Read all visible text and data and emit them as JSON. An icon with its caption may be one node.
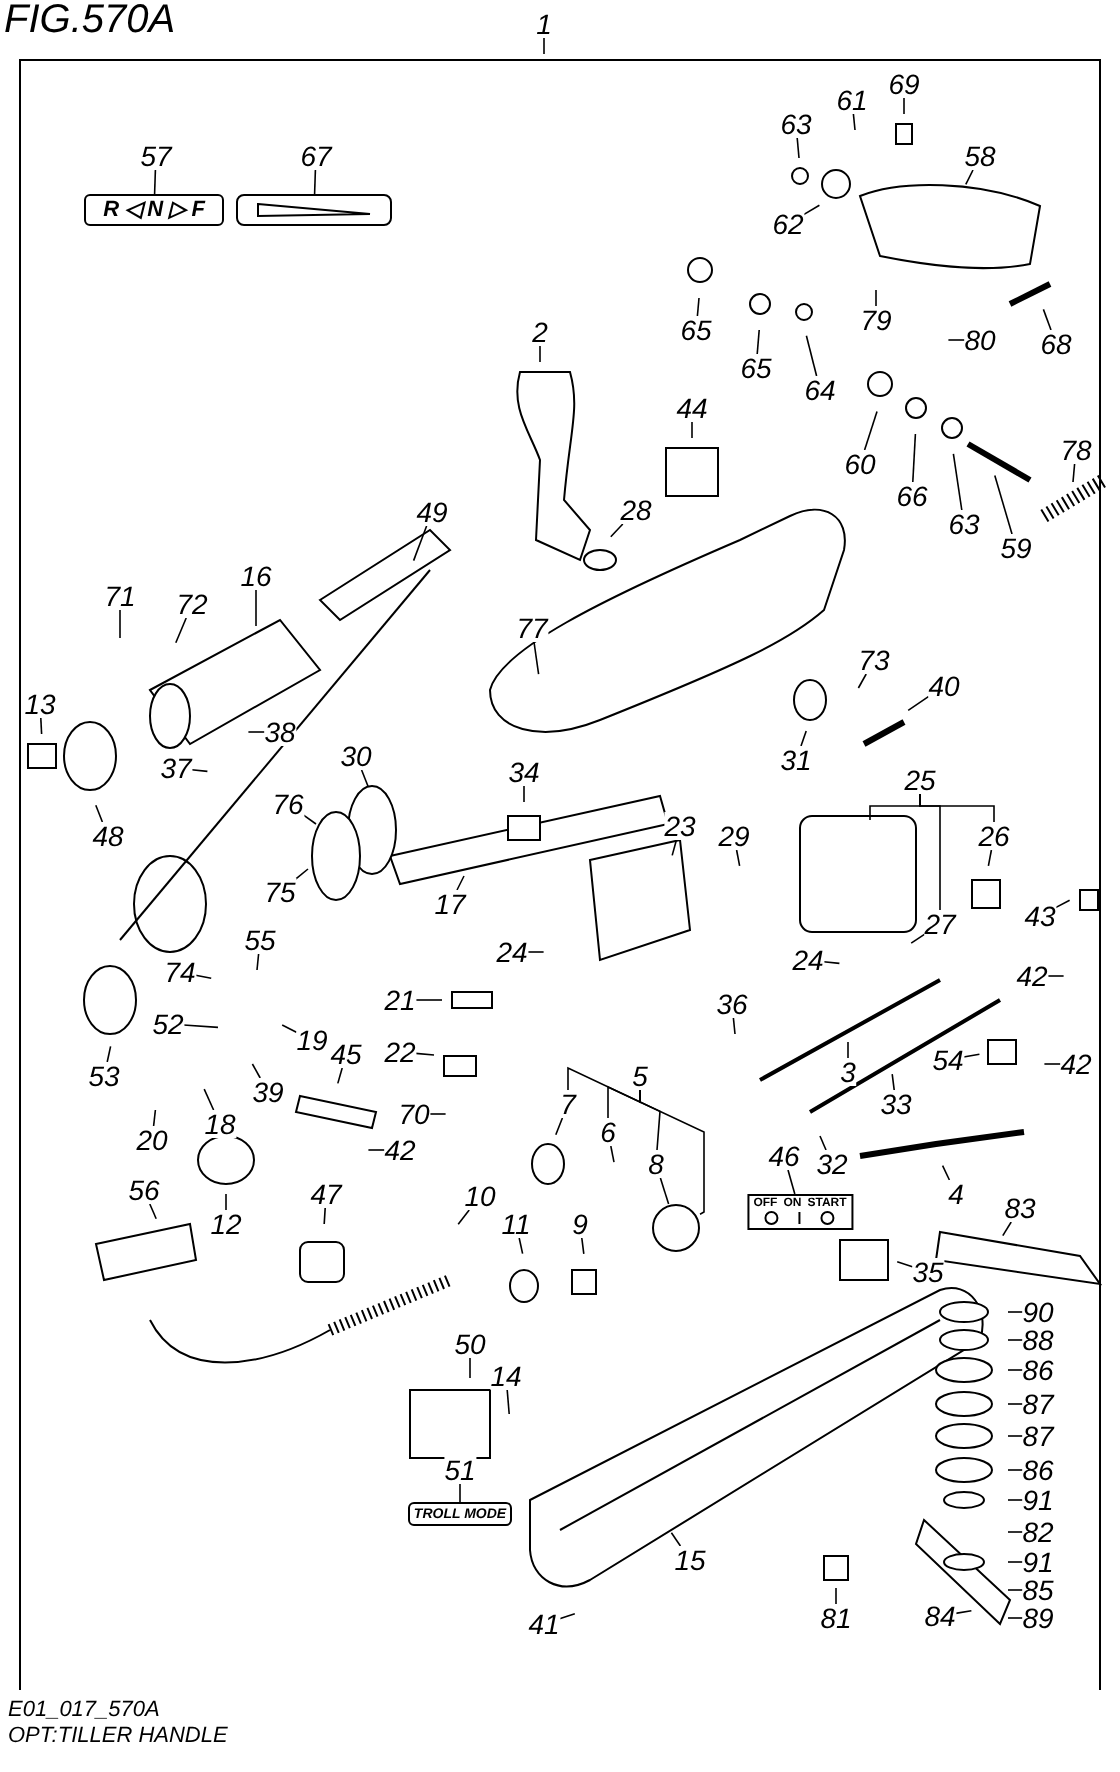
{
  "diagram": {
    "title": "FIG.570A",
    "caption": "OPT:TILLER HANDLE",
    "nodes": [
      {
        "text": [
          "1"
        ]
      },
      {
        "text": [
          "69"
        ]
      },
      {
        "text": [
          "61"
        ]
      },
      {
        "text": [
          "57"
        ]
      },
      {
        "text": [
          "67"
        ]
      },
      {
        "text": [
          "R ◁ N ▷ F"
        ]
      },
      {
        "text": [],
        "shape": "box"
      },
      {
        "text": [
          "63"
        ]
      },
      {
        "text": [
          "58"
        ]
      },
      {
        "text": [
          "62"
        ]
      },
      {
        "text": [
          "65"
        ]
      },
      {
        "text": [
          "79"
        ]
      },
      {
        "text": [
          "80"
        ]
      },
      {
        "text": [
          "68"
        ]
      },
      {
        "text": [
          "2"
        ]
      },
      {
        "text": [
          "65"
        ]
      },
      {
        "text": [
          "64"
        ]
      },
      {
        "text": [
          "44"
        ]
      },
      {
        "text": [
          "60"
        ]
      },
      {
        "text": [
          "66"
        ]
      },
      {
        "text": [
          "78"
        ]
      },
      {
        "text": [
          "63"
        ]
      },
      {
        "text": [
          "59"
        ]
      },
      {
        "text": [
          "28"
        ]
      },
      {
        "text": [
          "49"
        ]
      },
      {
        "text": [
          "16"
        ]
      },
      {
        "text": [
          "71"
        ]
      },
      {
        "text": [
          "72"
        ]
      },
      {
        "text": [
          "77"
        ]
      },
      {
        "text": [
          "73"
        ]
      },
      {
        "text": [
          "40"
        ]
      },
      {
        "text": [
          "13"
        ]
      },
      {
        "text": [
          "38"
        ]
      },
      {
        "text": [
          "31"
        ]
      },
      {
        "text": [
          "37"
        ]
      },
      {
        "text": [
          "30"
        ]
      },
      {
        "text": [
          "25"
        ]
      },
      {
        "text": [
          "34"
        ]
      },
      {
        "text": [
          "76"
        ]
      },
      {
        "text": [
          "48"
        ]
      },
      {
        "text": [
          "23"
        ]
      },
      {
        "text": [
          "29"
        ]
      },
      {
        "text": [
          "26"
        ]
      },
      {
        "text": [
          "17"
        ]
      },
      {
        "text": [
          "75"
        ]
      },
      {
        "text": [
          "27"
        ]
      },
      {
        "text": [
          "43"
        ]
      },
      {
        "text": [
          "42"
        ]
      },
      {
        "text": [
          "24"
        ]
      },
      {
        "text": [
          "55"
        ]
      },
      {
        "text": [
          "24"
        ]
      },
      {
        "text": [
          "74"
        ]
      },
      {
        "text": [
          "21"
        ]
      },
      {
        "text": [
          "36"
        ]
      },
      {
        "text": [
          "52"
        ]
      },
      {
        "text": [
          "19"
        ]
      },
      {
        "text": [
          "53"
        ]
      },
      {
        "text": [
          "22"
        ]
      },
      {
        "text": [
          "45"
        ]
      },
      {
        "text": [
          "3"
        ]
      },
      {
        "text": [
          "54"
        ]
      },
      {
        "text": [
          "42"
        ]
      },
      {
        "text": [
          "5"
        ]
      },
      {
        "text": [
          "39"
        ]
      },
      {
        "text": [
          "33"
        ]
      },
      {
        "text": [
          "18"
        ]
      },
      {
        "text": [
          "7"
        ]
      },
      {
        "text": [
          "20"
        ]
      },
      {
        "text": [
          "70"
        ]
      },
      {
        "text": [
          "6"
        ]
      },
      {
        "text": [
          "8"
        ]
      },
      {
        "text": [
          "42"
        ]
      },
      {
        "text": [
          "46"
        ]
      },
      {
        "text": [
          "32"
        ]
      },
      {
        "text": [
          "9"
        ]
      },
      {
        "text": [
          "56"
        ]
      },
      {
        "text": [
          "4"
        ]
      },
      {
        "text": [
          "OFF",
          "ON",
          "START"
        ]
      },
      {
        "text": [
          "10"
        ]
      },
      {
        "text": [
          "47"
        ]
      },
      {
        "text": [
          "83"
        ]
      },
      {
        "text": [
          "11"
        ]
      },
      {
        "text": [
          "12"
        ]
      },
      {
        "text": [
          "35"
        ]
      },
      {
        "text": [
          "90"
        ]
      },
      {
        "text": [
          "50"
        ]
      },
      {
        "text": [
          "88"
        ]
      },
      {
        "text": [
          "86"
        ]
      },
      {
        "text": [
          "14"
        ]
      },
      {
        "text": [
          "87"
        ]
      },
      {
        "text": [
          "87"
        ]
      },
      {
        "text": [
          "51"
        ]
      },
      {
        "text": [
          "86"
        ]
      },
      {
        "text": [
          "91"
        ]
      },
      {
        "text": [
          "TROLL MODE"
        ]
      },
      {
        "text": [
          "82"
        ]
      },
      {
        "text": [
          "15"
        ]
      },
      {
        "text": [
          "91"
        ]
      },
      {
        "text": [
          "85"
        ]
      },
      {
        "text": [
          "41"
        ]
      },
      {
        "text": [
          "84"
        ]
      },
      {
        "text": [
          "81"
        ]
      },
      {
        "text": [
          "89"
        ]
      },
      {
        "text": [],
        "shape": "circle"
      }
    ],
    "edges": [
      {
        "from": 0,
        "to": null,
        "arrow": "none"
      },
      {
        "from": 1,
        "to": null,
        "arrow": "none"
      },
      {
        "from": 2,
        "to": null,
        "arrow": "none"
      },
      {
        "from": 3,
        "to": 5,
        "arrow": "none"
      },
      {
        "from": 4,
        "to": 6,
        "arrow": "none"
      },
      {
        "from": 7,
        "to": null,
        "arrow": "none"
      },
      {
        "from": 8,
        "to": null,
        "arrow": "none"
      },
      {
        "from": 9,
        "to": null,
        "arrow": "none"
      },
      {
        "from": 10,
        "to": null,
        "arrow": "none"
      },
      {
        "from": 11,
        "to": null,
        "arrow": "none"
      },
      {
        "from": 12,
        "to": null,
        "arrow": "none"
      },
      {
        "from": 13,
        "to": null,
        "arrow": "none"
      },
      {
        "from": 14,
        "to": null,
        "arrow": "none"
      },
      {
        "from": 15,
        "to": null,
        "arrow": "none"
      },
      {
        "from": 16,
        "to": null,
        "arrow": "none"
      },
      {
        "from": 17,
        "to": null,
        "arrow": "none"
      },
      {
        "from": 18,
        "to": null,
        "arrow": "none"
      },
      {
        "from": 19,
        "to": null,
        "arrow": "none"
      },
      {
        "from": 20,
        "to": null,
        "arrow": "none"
      },
      {
        "from": 21,
        "to": null,
        "arrow": "none"
      },
      {
        "from": 22,
        "to": null,
        "arrow": "none"
      },
      {
        "from": 23,
        "to": null,
        "arrow": "none"
      },
      {
        "from": 24,
        "to": null,
        "arrow": "none"
      },
      {
        "from": 25,
        "to": null,
        "arrow": "none"
      },
      {
        "from": 26,
        "to": null,
        "arrow": "none"
      },
      {
        "from": 27,
        "to": null,
        "arrow": "none"
      },
      {
        "from": 28,
        "to": null,
        "arrow": "none"
      },
      {
        "from": 29,
        "to": null,
        "arrow": "none"
      },
      {
        "from": 30,
        "to": null,
        "arrow": "none"
      },
      {
        "from": 31,
        "to": null,
        "arrow": "none"
      },
      {
        "from": 32,
        "to": null,
        "arrow": "none"
      },
      {
        "from": 33,
        "to": null,
        "arrow": "none"
      },
      {
        "from": 34,
        "to": null,
        "arrow": "none"
      },
      {
        "from": 35,
        "to": null,
        "arrow": "none"
      },
      {
        "from": 36,
        "to": null,
        "arrow": "none"
      },
      {
        "from": 36,
        "to": 45,
        "arrow": "none"
      },
      {
        "from": 36,
        "to": 42,
        "arrow": "none"
      },
      {
        "from": 37,
        "to": null,
        "arrow": "none"
      },
      {
        "from": 38,
        "to": null,
        "arrow": "none"
      },
      {
        "from": 39,
        "to": null,
        "arrow": "none"
      },
      {
        "from": 40,
        "to": null,
        "arrow": "none"
      },
      {
        "from": 41,
        "to": null,
        "arrow": "none"
      },
      {
        "from": 42,
        "to": null,
        "arrow": "none"
      },
      {
        "from": 43,
        "to": null,
        "arrow": "none"
      },
      {
        "from": 44,
        "to": null,
        "arrow": "none"
      },
      {
        "from": 45,
        "to": null,
        "arrow": "none"
      },
      {
        "from": 46,
        "to": null,
        "arrow": "none"
      },
      {
        "from": 47,
        "to": null,
        "arrow": "none"
      },
      {
        "from": 48,
        "to": null,
        "arrow": "none"
      },
      {
        "from": 49,
        "to": null,
        "arrow": "none"
      },
      {
        "from": 50,
        "to": null,
        "arrow": "none"
      },
      {
        "from": 51,
        "to": null,
        "arrow": "none"
      },
      {
        "from": 52,
        "to": null,
        "arrow": "none"
      },
      {
        "from": 53,
        "to": null,
        "arrow": "none"
      },
      {
        "from": 54,
        "to": null,
        "arrow": "none"
      },
      {
        "from": 55,
        "to": null,
        "arrow": "none"
      },
      {
        "from": 56,
        "to": null,
        "arrow": "none"
      },
      {
        "from": 57,
        "to": null,
        "arrow": "none"
      },
      {
        "from": 58,
        "to": null,
        "arrow": "none"
      },
      {
        "from": 59,
        "to": null,
        "arrow": "none"
      },
      {
        "from": 60,
        "to": null,
        "arrow": "none"
      },
      {
        "from": 61,
        "to": null,
        "arrow": "none"
      },
      {
        "from": 62,
        "to": 66,
        "arrow": "none"
      },
      {
        "from": 62,
        "to": 69,
        "arrow": "none"
      },
      {
        "from": 62,
        "to": 70,
        "arrow": "none"
      },
      {
        "from": 62,
        "to": 103,
        "arrow": "none"
      },
      {
        "from": 63,
        "to": null,
        "arrow": "none"
      },
      {
        "from": 64,
        "to": null,
        "arrow": "none"
      },
      {
        "from": 65,
        "to": null,
        "arrow": "none"
      },
      {
        "from": 66,
        "to": null,
        "arrow": "none"
      },
      {
        "from": 67,
        "to": null,
        "arrow": "none"
      },
      {
        "from": 68,
        "to": null,
        "arrow": "none"
      },
      {
        "from": 69,
        "to": null,
        "arrow": "none"
      },
      {
        "from": 70,
        "to": 103,
        "arrow": "none"
      },
      {
        "from": 71,
        "to": null,
        "arrow": "none"
      },
      {
        "from": 72,
        "to": 77,
        "arrow": "none"
      },
      {
        "from": 73,
        "to": null,
        "arrow": "none"
      },
      {
        "from": 74,
        "to": null,
        "arrow": "none"
      },
      {
        "from": 75,
        "to": null,
        "arrow": "none"
      },
      {
        "from": 76,
        "to": null,
        "arrow": "none"
      },
      {
        "from": 78,
        "to": null,
        "arrow": "none"
      },
      {
        "from": 79,
        "to": null,
        "arrow": "none"
      },
      {
        "from": 80,
        "to": null,
        "arrow": "none"
      },
      {
        "from": 81,
        "to": null,
        "arrow": "none"
      },
      {
        "from": 82,
        "to": null,
        "arrow": "none"
      },
      {
        "from": 83,
        "to": null,
        "arrow": "none"
      },
      {
        "from": 84,
        "to": null,
        "arrow": "none"
      },
      {
        "from": 85,
        "to": null,
        "arrow": "none"
      },
      {
        "from": 86,
        "to": null,
        "arrow": "none"
      },
      {
        "from": 87,
        "to": null,
        "arrow": "none"
      },
      {
        "from": 88,
        "to": null,
        "arrow": "none"
      },
      {
        "from": 89,
        "to": null,
        "arrow": "none"
      },
      {
        "from": 90,
        "to": null,
        "arrow": "none"
      },
      {
        "from": 91,
        "to": 94,
        "arrow": "none"
      },
      {
        "from": 92,
        "to": null,
        "arrow": "none"
      },
      {
        "from": 93,
        "to": null,
        "arrow": "none"
      },
      {
        "from": 95,
        "to": null,
        "arrow": "none"
      },
      {
        "from": 96,
        "to": null,
        "arrow": "none"
      },
      {
        "from": 97,
        "to": null,
        "arrow": "none"
      },
      {
        "from": 98,
        "to": null,
        "arrow": "none"
      },
      {
        "from": 99,
        "to": null,
        "arrow": "none"
      },
      {
        "from": 100,
        "to": null,
        "arrow": "none"
      },
      {
        "from": 101,
        "to": null,
        "arrow": "none"
      },
      {
        "from": 102,
        "to": null,
        "arrow": "none"
      }
    ],
    "labels": [
      "E01_017_570A"
    ]
  }
}
